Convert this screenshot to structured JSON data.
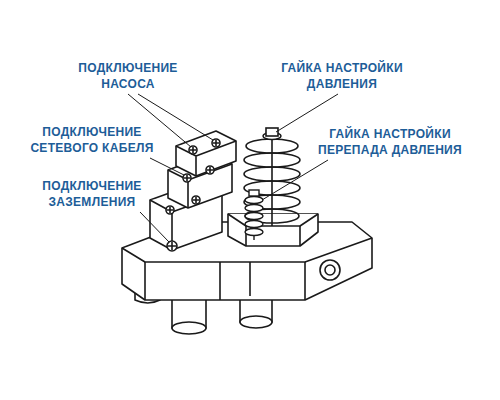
{
  "diagram": {
    "labels": [
      "ПОДКЛЮЧЕНИЕ НАСОСА",
      "ПОДКЛЮЧЕНИЕ СЕТЕВОГО КАБЕЛЯ",
      "ПОДКЛЮЧЕНИЕ ЗАЗЕМЛЕНИЯ",
      "ГАЙКА НАСТРОЙКИ ДАВЛЕНИЯ",
      "ГАЙКА НАСТРОЙКИ ПЕРЕПАДА ДАВЛЕНИЯ"
    ]
  }
}
